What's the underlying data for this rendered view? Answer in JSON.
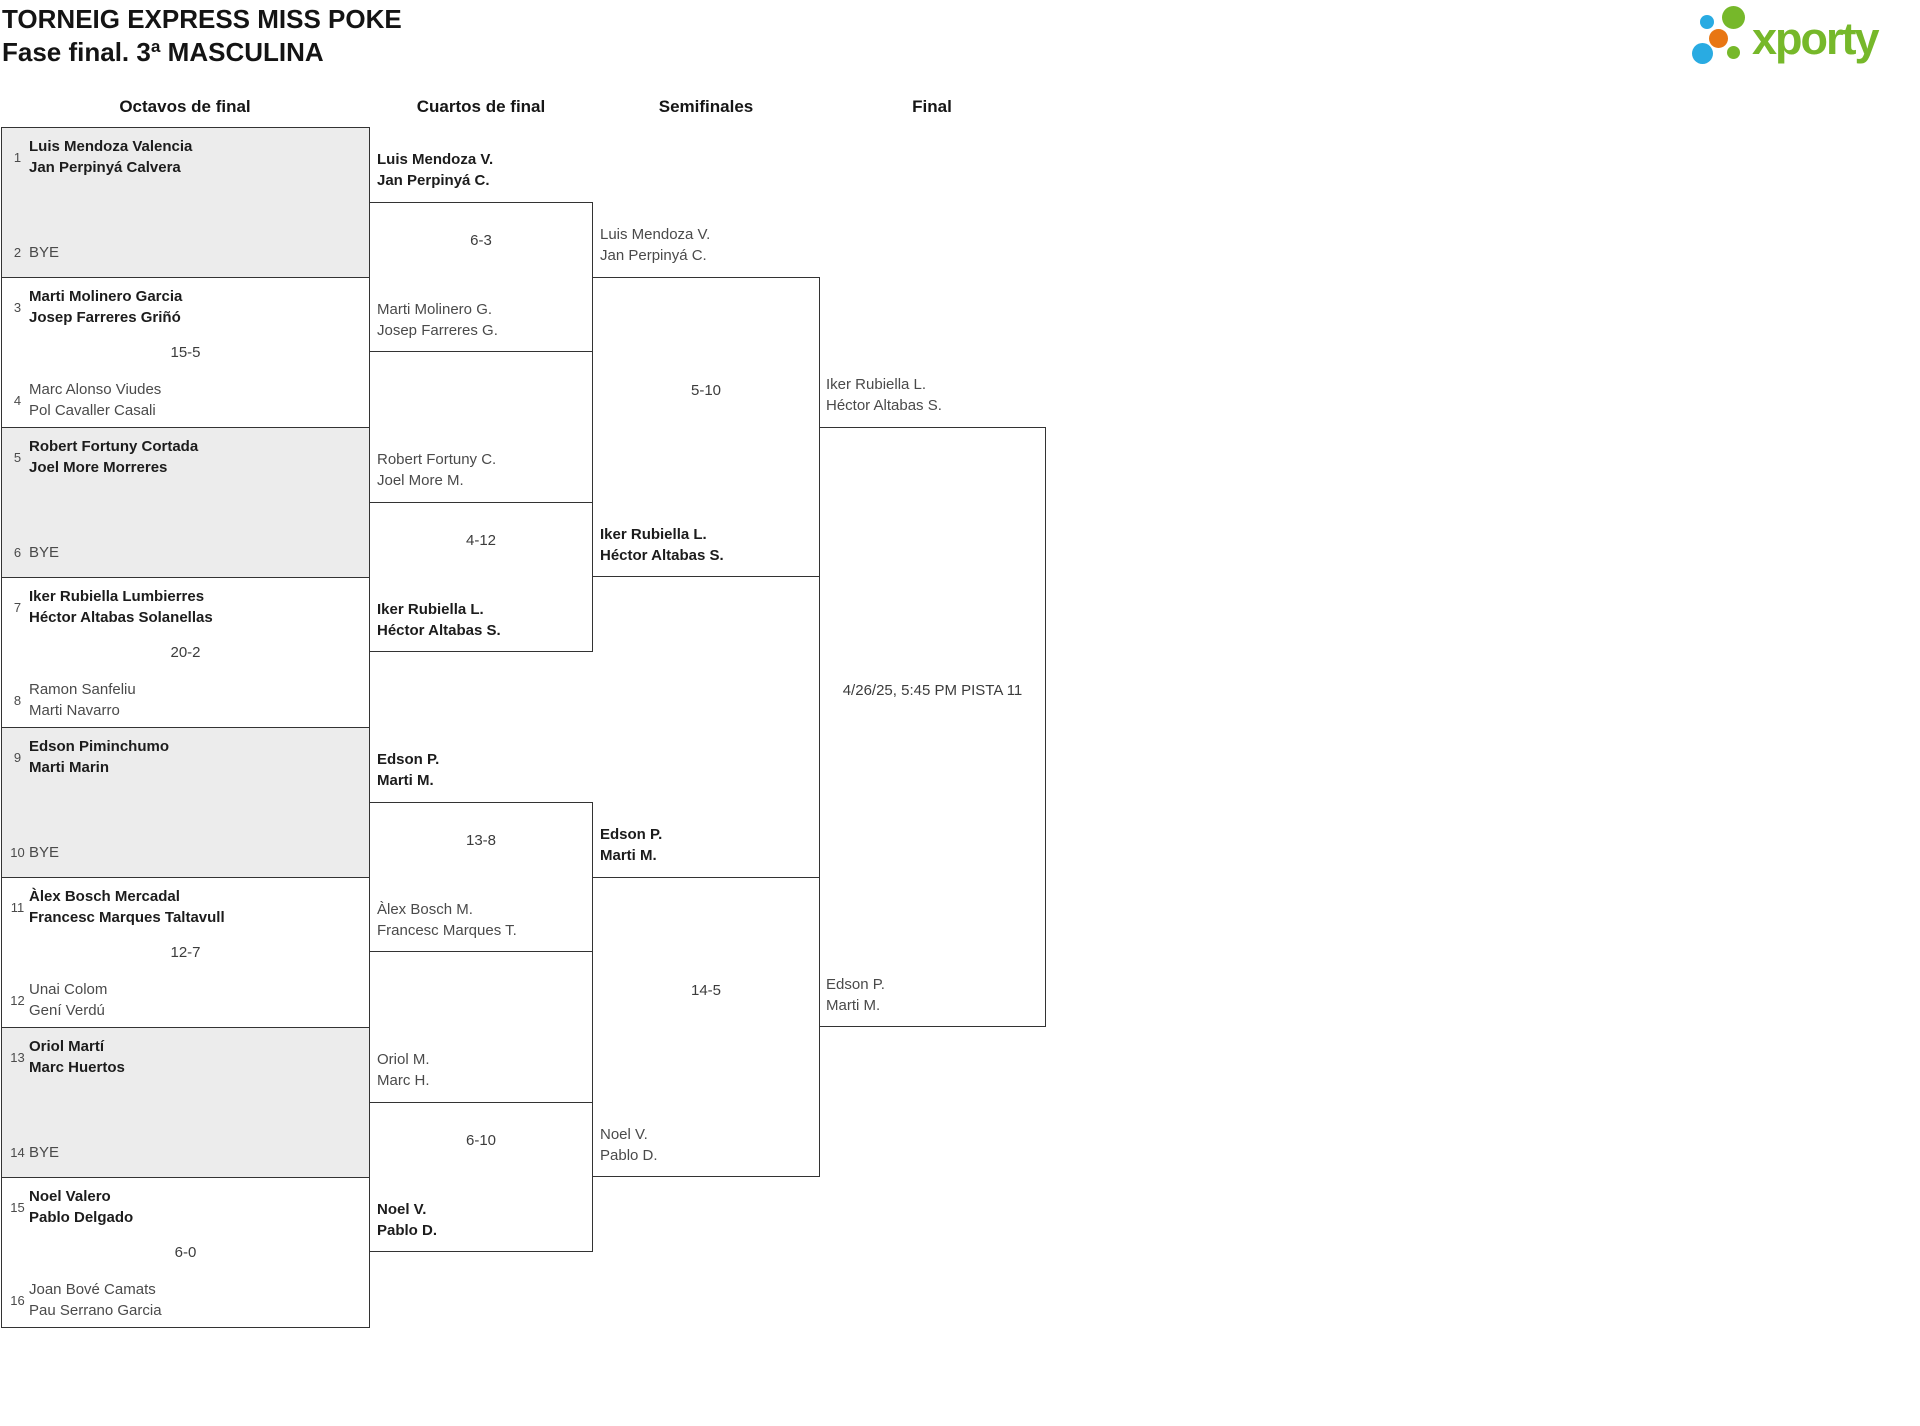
{
  "header": {
    "title": "TORNEIG EXPRESS MISS POKE",
    "subtitle": "Fase final. 3ª MASCULINA"
  },
  "logo": {
    "text": "xporty",
    "green": "#76b82a",
    "blue": "#29abe2",
    "orange": "#e87613"
  },
  "rounds": [
    "Octavos de final",
    "Cuartos de final",
    "Semifinales",
    "Final"
  ],
  "octavos": [
    {
      "seed_top": "1",
      "top": [
        "Luis Mendoza Valencia",
        "Jan Perpinyá Calvera"
      ],
      "top_winner": true,
      "score": "",
      "seed_bottom": "2",
      "bottom": [
        "BYE"
      ],
      "bottom_winner": false,
      "bye": true
    },
    {
      "seed_top": "3",
      "top": [
        "Marti Molinero Garcia",
        "Josep Farreres Griñó"
      ],
      "top_winner": true,
      "score": "15-5",
      "seed_bottom": "4",
      "bottom": [
        "Marc Alonso Viudes",
        "Pol Cavaller Casali"
      ],
      "bottom_winner": false,
      "bye": false
    },
    {
      "seed_top": "5",
      "top": [
        "Robert Fortuny Cortada",
        "Joel More Morreres"
      ],
      "top_winner": true,
      "score": "",
      "seed_bottom": "6",
      "bottom": [
        "BYE"
      ],
      "bottom_winner": false,
      "bye": true
    },
    {
      "seed_top": "7",
      "top": [
        "Iker Rubiella Lumbierres",
        "Héctor Altabas Solanellas"
      ],
      "top_winner": true,
      "score": "20-2",
      "seed_bottom": "8",
      "bottom": [
        "Ramon Sanfeliu",
        "Marti Navarro"
      ],
      "bottom_winner": false,
      "bye": false
    },
    {
      "seed_top": "9",
      "top": [
        "Edson Piminchumo",
        "Marti Marin"
      ],
      "top_winner": true,
      "score": "",
      "seed_bottom": "10",
      "bottom": [
        "BYE"
      ],
      "bottom_winner": false,
      "bye": true
    },
    {
      "seed_top": "11",
      "top": [
        "Àlex Bosch Mercadal",
        "Francesc Marques Taltavull"
      ],
      "top_winner": true,
      "score": "12-7",
      "seed_bottom": "12",
      "bottom": [
        "Unai Colom",
        "Gení Verdú"
      ],
      "bottom_winner": false,
      "bye": false
    },
    {
      "seed_top": "13",
      "top": [
        "Oriol Martí",
        "Marc Huertos"
      ],
      "top_winner": true,
      "score": "",
      "seed_bottom": "14",
      "bottom": [
        "BYE"
      ],
      "bottom_winner": false,
      "bye": true
    },
    {
      "seed_top": "15",
      "top": [
        "Noel Valero",
        "Pablo Delgado"
      ],
      "top_winner": true,
      "score": "6-0",
      "seed_bottom": "16",
      "bottom": [
        "Joan Bové Camats",
        "Pau Serrano Garcia"
      ],
      "bottom_winner": false,
      "bye": false
    }
  ],
  "cuartos": [
    {
      "top": [
        "Luis Mendoza V.",
        "Jan Perpinyá C."
      ],
      "top_winner": true,
      "score": "6-3",
      "bottom": [
        "Marti Molinero G.",
        "Josep Farreres G."
      ],
      "bottom_winner": false
    },
    {
      "top": [
        "Robert Fortuny C.",
        "Joel More M."
      ],
      "top_winner": false,
      "score": "4-12",
      "bottom": [
        "Iker Rubiella L.",
        "Héctor Altabas S."
      ],
      "bottom_winner": true
    },
    {
      "top": [
        "Edson P.",
        "Marti M."
      ],
      "top_winner": true,
      "score": "13-8",
      "bottom": [
        "Àlex Bosch M.",
        "Francesc Marques T."
      ],
      "bottom_winner": false
    },
    {
      "top": [
        "Oriol M.",
        "Marc H."
      ],
      "top_winner": false,
      "score": "6-10",
      "bottom": [
        "Noel V.",
        "Pablo D."
      ],
      "bottom_winner": true
    }
  ],
  "semifinales": [
    {
      "top": [
        "Luis Mendoza V.",
        "Jan Perpinyá C."
      ],
      "top_winner": false,
      "score": "5-10",
      "bottom": [
        "Iker Rubiella L.",
        "Héctor Altabas S."
      ],
      "bottom_winner": true
    },
    {
      "top": [
        "Edson P.",
        "Marti M."
      ],
      "top_winner": true,
      "score": "14-5",
      "bottom": [
        "Noel V.",
        "Pablo D."
      ],
      "bottom_winner": false
    }
  ],
  "final_match": {
    "top": [
      "Iker Rubiella L.",
      "Héctor Altabas S."
    ],
    "schedule": "4/26/25, 5:45 PM PISTA 11",
    "bottom": [
      "Edson P.",
      "Marti M."
    ]
  }
}
